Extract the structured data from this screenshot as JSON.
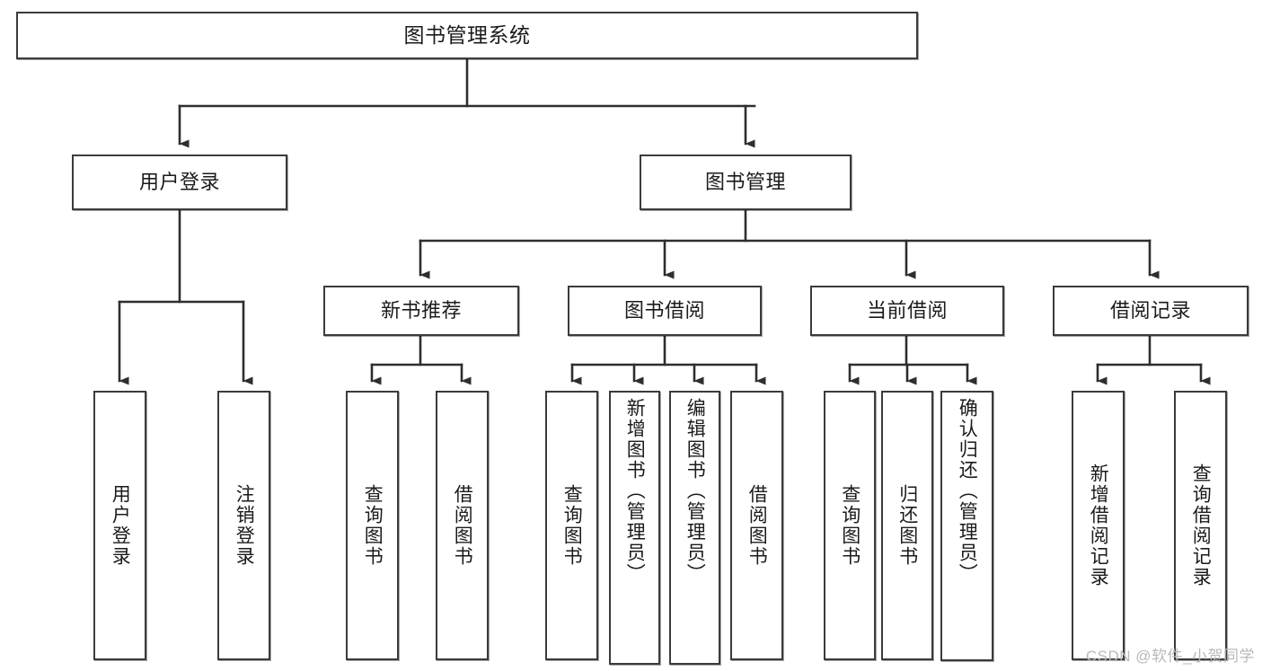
{
  "diagram": {
    "type": "tree-hierarchy",
    "title": "图书管理系统",
    "levels": 4,
    "root": {
      "id": "root",
      "label": "图书管理系统"
    },
    "level2": [
      {
        "id": "user-login",
        "label": "用户登录"
      },
      {
        "id": "book-management",
        "label": "图书管理"
      }
    ],
    "level3": [
      {
        "id": "new-book-recommend",
        "label": "新书推荐",
        "parent": "book-management"
      },
      {
        "id": "book-borrow",
        "label": "图书借阅",
        "parent": "book-management"
      },
      {
        "id": "current-borrow",
        "label": "当前借阅",
        "parent": "book-management"
      },
      {
        "id": "borrow-record",
        "label": "借阅记录",
        "parent": "book-management"
      }
    ],
    "leaves": {
      "user_login": [
        {
          "id": "leaf-user-login",
          "label": "用户登录"
        },
        {
          "id": "leaf-user-logout",
          "label": "注销登录"
        }
      ],
      "new_book_recommend": [
        {
          "id": "leaf-query-book-1",
          "label": "查询图书"
        },
        {
          "id": "leaf-borrow-book-1",
          "label": "借阅图书"
        }
      ],
      "book_borrow": [
        {
          "id": "leaf-query-book-2",
          "label": "查询图书"
        },
        {
          "id": "leaf-add-book",
          "label": "新增图书（管理员）"
        },
        {
          "id": "leaf-edit-book",
          "label": "编辑图书（管理员）"
        },
        {
          "id": "leaf-borrow-book-2",
          "label": "借阅图书"
        }
      ],
      "current_borrow": [
        {
          "id": "leaf-query-book-3",
          "label": "查询图书"
        },
        {
          "id": "leaf-return-book",
          "label": "归还图书"
        },
        {
          "id": "leaf-confirm-return",
          "label": "确认归还（管理员）"
        }
      ],
      "borrow_record": [
        {
          "id": "leaf-add-record",
          "label": "新增借阅记录"
        },
        {
          "id": "leaf-query-record",
          "label": "查询借阅记录"
        }
      ]
    }
  },
  "watermark": {
    "text": "CSDN @软件_小贺同学"
  },
  "colors": {
    "stroke": "#3b3b3b",
    "text": "#1b1b1b",
    "background": "#ffffff",
    "watermark": "#b9b9b9"
  }
}
